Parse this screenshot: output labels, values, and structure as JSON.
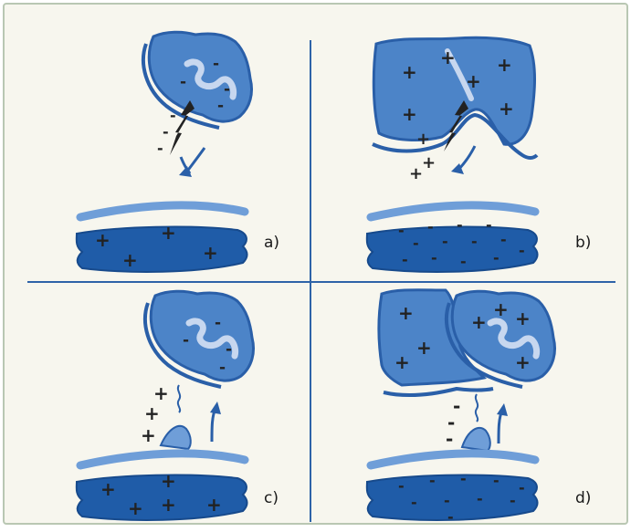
{
  "colors": {
    "background": "#f7f6ee",
    "border": "#b9c7b3",
    "divider": "#2e63a8",
    "cloud_fill": "#4c84c8",
    "cloud_stroke": "#2a5fa8",
    "cloud_light": "#c7d7ef",
    "ground_top": "#6f9ed8",
    "ground_fill": "#1f5ca8",
    "bolt": "#222222",
    "sign": "#222222"
  },
  "panels": [
    {
      "label": "a)",
      "cloud_charge": "-",
      "ground_charge": "+",
      "leader_charge": "-"
    },
    {
      "label": "b)",
      "cloud_charge": "+",
      "ground_charge": "-",
      "leader_charge": "+"
    },
    {
      "label": "c)",
      "cloud_charge": "-",
      "ground_charge": "+",
      "leader_charge": "+"
    },
    {
      "label": "d)",
      "cloud_charge": "+",
      "ground_charge": "-",
      "leader_charge": "-"
    }
  ]
}
